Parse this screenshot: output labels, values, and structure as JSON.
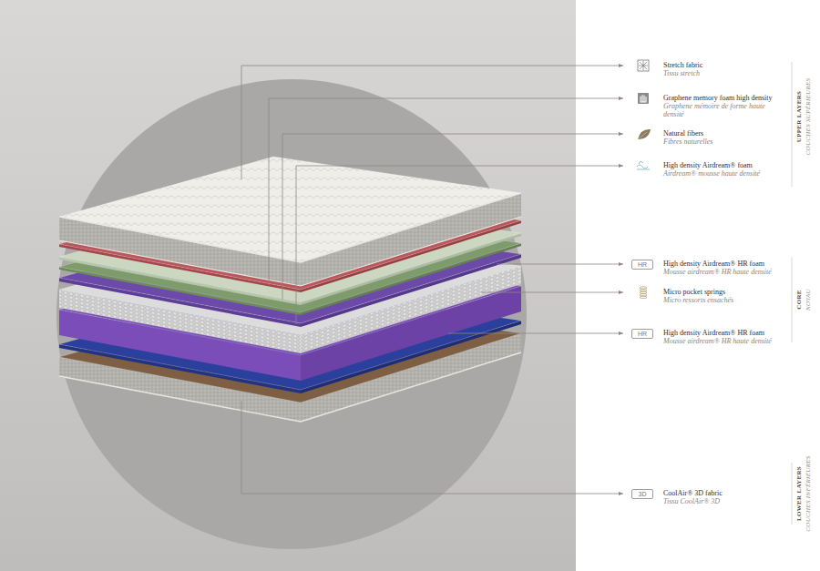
{
  "diagram": {
    "nodes": [
      {
        "text": [
          "HR"
        ]
      },
      {
        "text": [
          "HR"
        ]
      },
      {
        "text": [
          "3D"
        ]
      }
    ],
    "labels": [
      "Stretch fabric",
      "Tissu stretch",
      "Graphene memory foam high density",
      "Graphene mémoire de forme haute densité",
      "Natural fibers",
      "Fibres naturelles",
      "High density Airdream® foam",
      "Airdream® mousse haute densité",
      "High density Airdream® HR foam",
      "Mousse airdream® HR haute densité",
      "Micro pocket springs",
      "Micro ressorts ensachés",
      "High density Airdream® HR foam",
      "Mousse airdream® HR haute densité",
      "CoolAir® 3D fabric",
      "Tissu CoolAir® 3D",
      "UPPER LAYERS",
      "COUCHES SUPÉRIEURES",
      "CORE",
      "NOYAU",
      "LOWER LAYERS",
      "COUCHES INFÉRIEURES"
    ]
  }
}
